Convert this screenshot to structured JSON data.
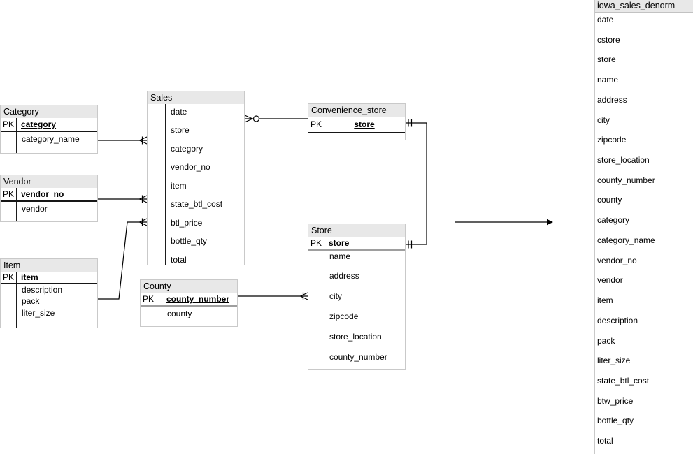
{
  "diagram": {
    "colors": {
      "header_bg": "#e8e8e8",
      "box_border": "#c9c9c9",
      "line": "#000000",
      "pk_divider_dark": "#161616",
      "pk_divider_gray": "#9e9e9e"
    },
    "entities": [
      {
        "id": "category",
        "title": "Category",
        "pk_label": "PK",
        "pk": "category",
        "fields": [
          "category_name"
        ],
        "divider": "dark"
      },
      {
        "id": "vendor",
        "title": "Vendor",
        "pk_label": "PK",
        "pk": "vendor_no",
        "fields": [
          "vendor"
        ],
        "divider": "dark"
      },
      {
        "id": "item",
        "title": "Item",
        "pk_label": "PK",
        "pk": "item",
        "fields": [
          "description",
          "pack",
          "liter_size"
        ],
        "divider": "dark"
      },
      {
        "id": "sales",
        "title": "Sales",
        "pk_label": "",
        "pk": null,
        "fields": [
          "date",
          "store",
          "category",
          "vendor_no",
          "item",
          "state_btl_cost",
          "btl_price",
          "bottle_qty",
          "total"
        ],
        "divider": "none"
      },
      {
        "id": "convenience_store",
        "title": "Convenience_store",
        "pk_label": "PK",
        "pk": "store",
        "fields": [],
        "divider": "dark"
      },
      {
        "id": "store",
        "title": "Store",
        "pk_label": "PK",
        "pk": "store",
        "fields": [
          "name",
          "address",
          "city",
          "zipcode",
          "store_location",
          "county_number"
        ],
        "divider": "gray"
      },
      {
        "id": "county",
        "title": "County",
        "pk_label": "PK",
        "pk": "county_number",
        "fields": [
          "county"
        ],
        "divider": "gray"
      }
    ],
    "relationships": [
      {
        "id": "category-sales",
        "from": "Category",
        "to": "Sales",
        "from_card": "one",
        "to_card": "one-to-many"
      },
      {
        "id": "vendor-sales",
        "from": "Vendor",
        "to": "Sales",
        "from_card": "one",
        "to_card": "one-to-many"
      },
      {
        "id": "item-sales",
        "from": "Item",
        "to": "Sales",
        "from_card": "one",
        "to_card": "one-to-many"
      },
      {
        "id": "sales-convenience-store",
        "from": "Sales",
        "to": "Convenience_store",
        "from_card": "zero-or-many",
        "to_card": "one"
      },
      {
        "id": "convenience-store-store",
        "from": "Convenience_store",
        "to": "Store",
        "from_card": "exactly-one",
        "to_card": "exactly-one"
      },
      {
        "id": "county-store",
        "from": "County",
        "to": "Store",
        "from_card": "one",
        "to_card": "one-to-many"
      }
    ],
    "denorm_arrow": {
      "meaning": "denormalization of schema into single table"
    },
    "denorm_panel": {
      "title": "iowa_sales_denorm",
      "fields": [
        "date",
        "cstore",
        "store",
        "name",
        "address",
        "city",
        "zipcode",
        "store_location",
        "county_number",
        "county",
        "category",
        "category_name",
        "vendor_no",
        "vendor",
        "item",
        "description",
        "pack",
        "liter_size",
        "state_btl_cost",
        "btw_price",
        "bottle_qty",
        "total"
      ]
    }
  }
}
